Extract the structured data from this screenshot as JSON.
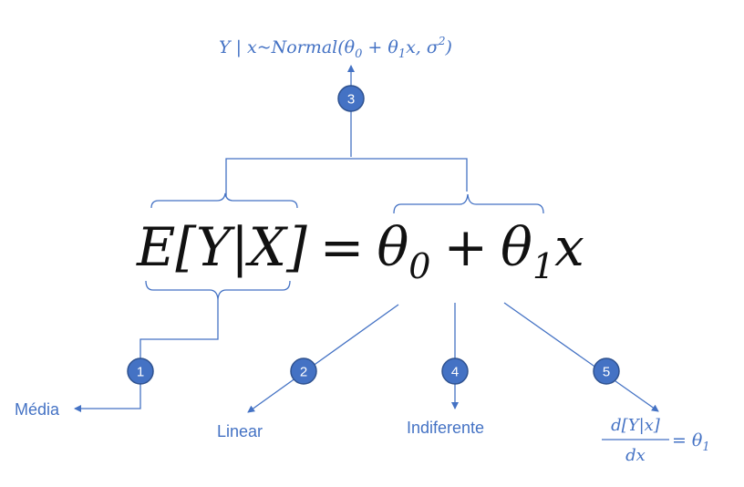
{
  "colors": {
    "accent": "#4472c4",
    "equation": "#111111",
    "badge_text": "#ffffff"
  },
  "equation": {
    "lhs": "E[Y|X]",
    "equals": "=",
    "theta": "θ",
    "sub0": "0",
    "plus": "+",
    "sub1": "1",
    "x": "x"
  },
  "top_formula": {
    "part1": "Y | x~Normal(θ",
    "sub0": "0",
    "part2": " + θ",
    "sub1": "1",
    "part3": "x, σ",
    "sup2": "2",
    "part4": ")"
  },
  "badges": {
    "b1": "1",
    "b2": "2",
    "b3": "3",
    "b4": "4",
    "b5": "5"
  },
  "labels": {
    "media": "Média",
    "linear": "Linear",
    "indiferente": "Indiferente"
  },
  "derivative": {
    "numerator": "d[Y|x]",
    "denominator": "dx",
    "equals": "=",
    "theta": "θ",
    "sub1": "1"
  }
}
